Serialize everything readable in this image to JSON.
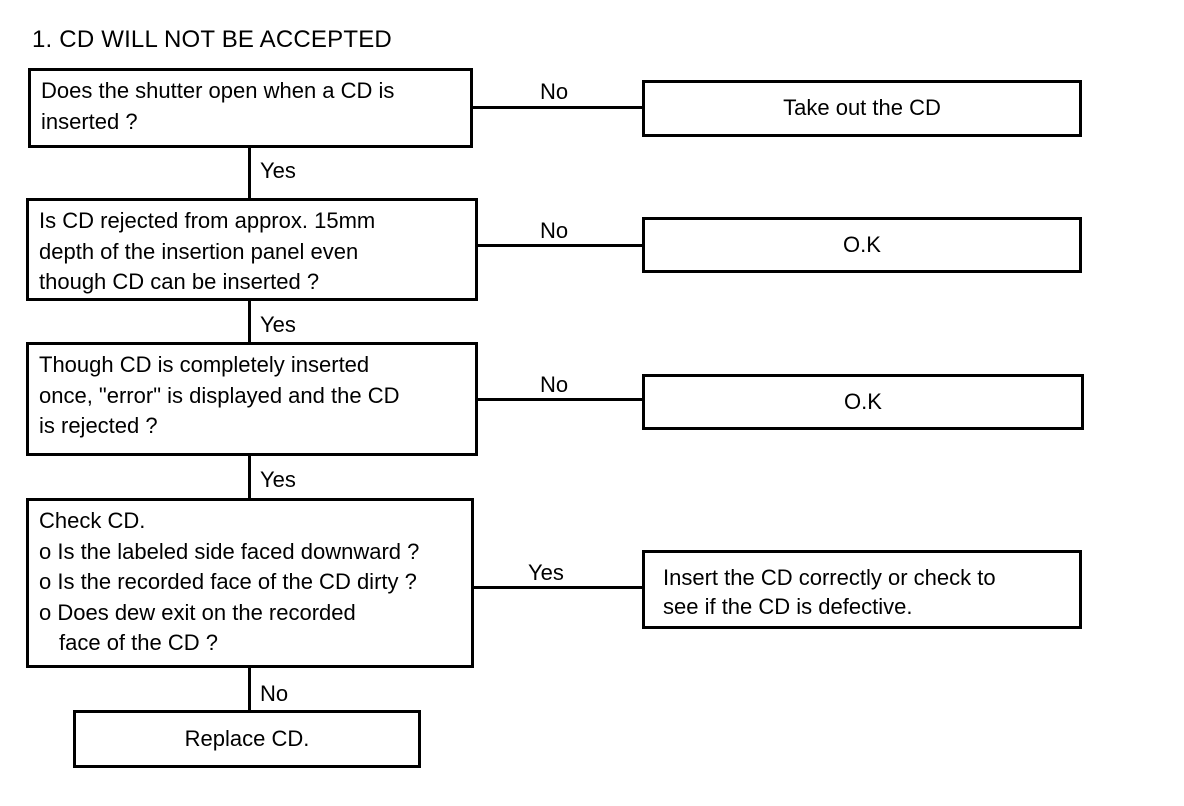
{
  "title": "1. CD WILL NOT BE ACCEPTED",
  "questions": [
    {
      "lines": [
        "Does the shutter open when a CD is",
        "inserted ?"
      ],
      "branch_label": "No",
      "result": "Take out the CD",
      "down_label": "Yes"
    },
    {
      "lines": [
        "Is CD rejected from approx. 15mm",
        "depth of the insertion panel even",
        "though CD can be inserted ?"
      ],
      "branch_label": "No",
      "result": "O.K",
      "down_label": "Yes"
    },
    {
      "lines": [
        "Though CD is completely inserted",
        "once, \"error\" is displayed and the CD",
        "is rejected ?"
      ],
      "branch_label": "No",
      "result": "O.K",
      "down_label": "Yes"
    },
    {
      "lines": [
        "Check CD.",
        "o Is the labeled side faced downward ?",
        "o Is the recorded face of the CD dirty ?",
        "o Does dew exit on the recorded",
        "face of the CD ?"
      ],
      "branch_label": "Yes",
      "result_lines": [
        "Insert the CD correctly or check to",
        "see if the CD is defective."
      ],
      "down_label": "No"
    }
  ],
  "final": "Replace CD."
}
